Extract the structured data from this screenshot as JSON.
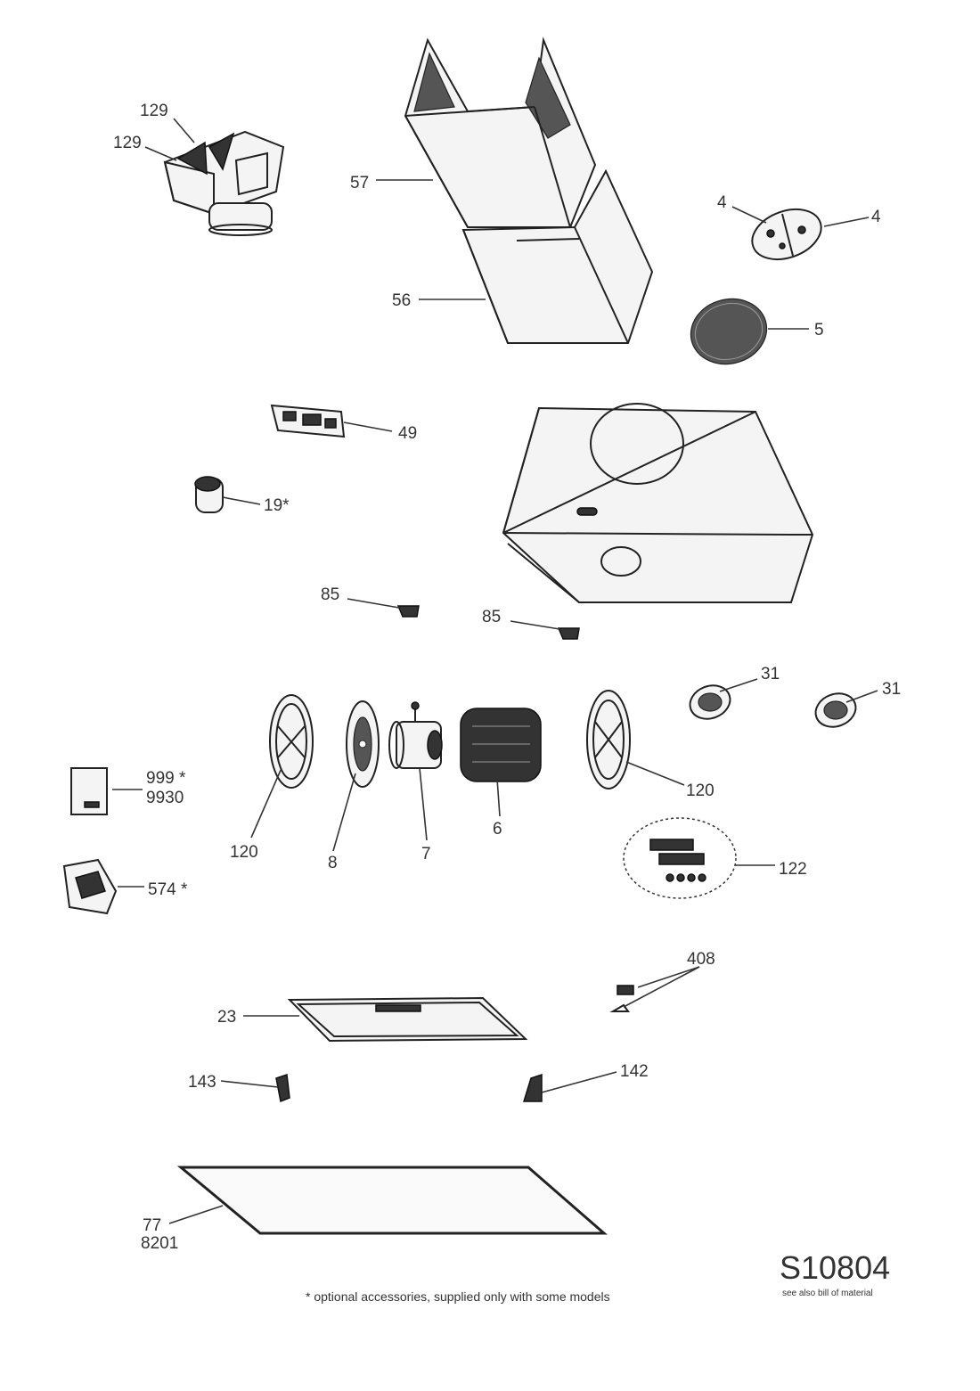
{
  "diagram_code": "S10804",
  "diagram_code_note": "see also bill of material",
  "footnote": "* optional accessories, supplied only with some models",
  "callouts": {
    "p129a": "129",
    "p129b": "129",
    "p57": "57",
    "p56": "56",
    "p4a": "4",
    "p4b": "4",
    "p5": "5",
    "p49": "49",
    "p19": "19*",
    "p85a": "85",
    "p85b": "85",
    "p31a": "31",
    "p31b": "31",
    "p999": "999 *",
    "p9930": "9930",
    "p120a": "120",
    "p8": "8",
    "p7": "7",
    "p6": "6",
    "p120b": "120",
    "p122": "122",
    "p574": "574 *",
    "p408": "408",
    "p23": "23",
    "p143": "143",
    "p142": "142",
    "p77": "77",
    "p8201": "8201"
  }
}
